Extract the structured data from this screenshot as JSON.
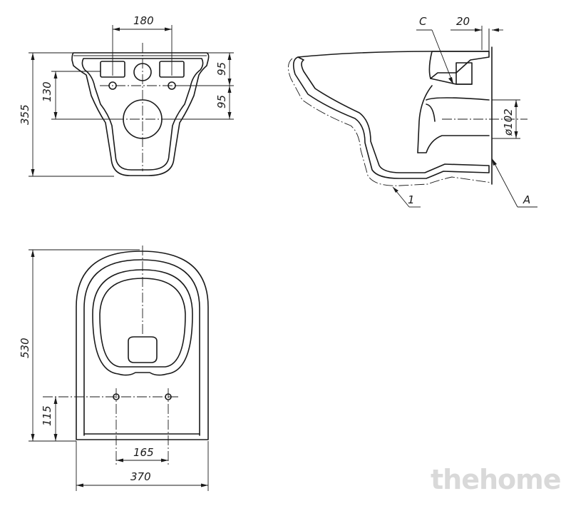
{
  "front_view": {
    "dim_width_top": "180",
    "dim_height_total": "355",
    "dim_height_holes": "130",
    "dim_upper_95": "95",
    "dim_lower_95": "95"
  },
  "side_view": {
    "label_c": "C",
    "dim_20": "20",
    "dim_outlet": "ø102",
    "label_1": "1",
    "label_a": "A"
  },
  "top_view": {
    "dim_length": "530",
    "dim_bolt_offset": "115",
    "dim_bolt_spacing": "165",
    "dim_width": "370"
  },
  "watermark": "thehome"
}
